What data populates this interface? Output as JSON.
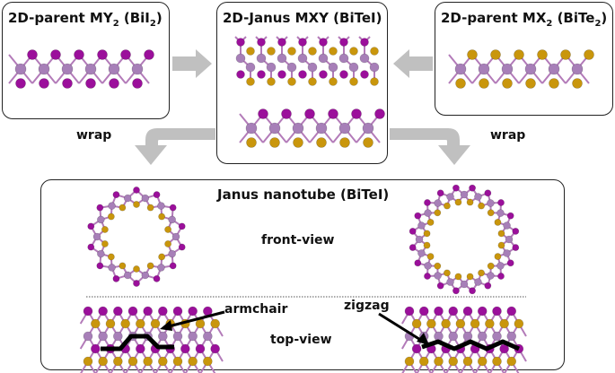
{
  "boxes": {
    "parent_my2": {
      "title_main": "2D-parent MY",
      "title_sub": "2",
      "title_tail": " (BiI",
      "title_sub2": "2",
      "title_end": ")"
    },
    "janus": {
      "title": "2D-Janus MXY (BiTeI)"
    },
    "parent_mx2": {
      "title_main": "2D-parent MX",
      "title_sub": "2",
      "title_tail": " (BiTe",
      "title_sub2": "2",
      "title_end": ")"
    },
    "nanotube": {
      "title": "Janus nanotube (BiTeI)"
    }
  },
  "labels": {
    "wrap_left": "wrap",
    "wrap_right": "wrap",
    "front_view": "front-view",
    "top_view": "top-view",
    "armchair": "armchair",
    "zigzag": "zigzag"
  },
  "colors": {
    "bismuth": "#a77fb8",
    "iodine": "#9b0f9b",
    "tellurium": "#c9960c",
    "bond": "#b37bb9",
    "arrow_gray": "#c0c0c0",
    "path": "#000000"
  }
}
